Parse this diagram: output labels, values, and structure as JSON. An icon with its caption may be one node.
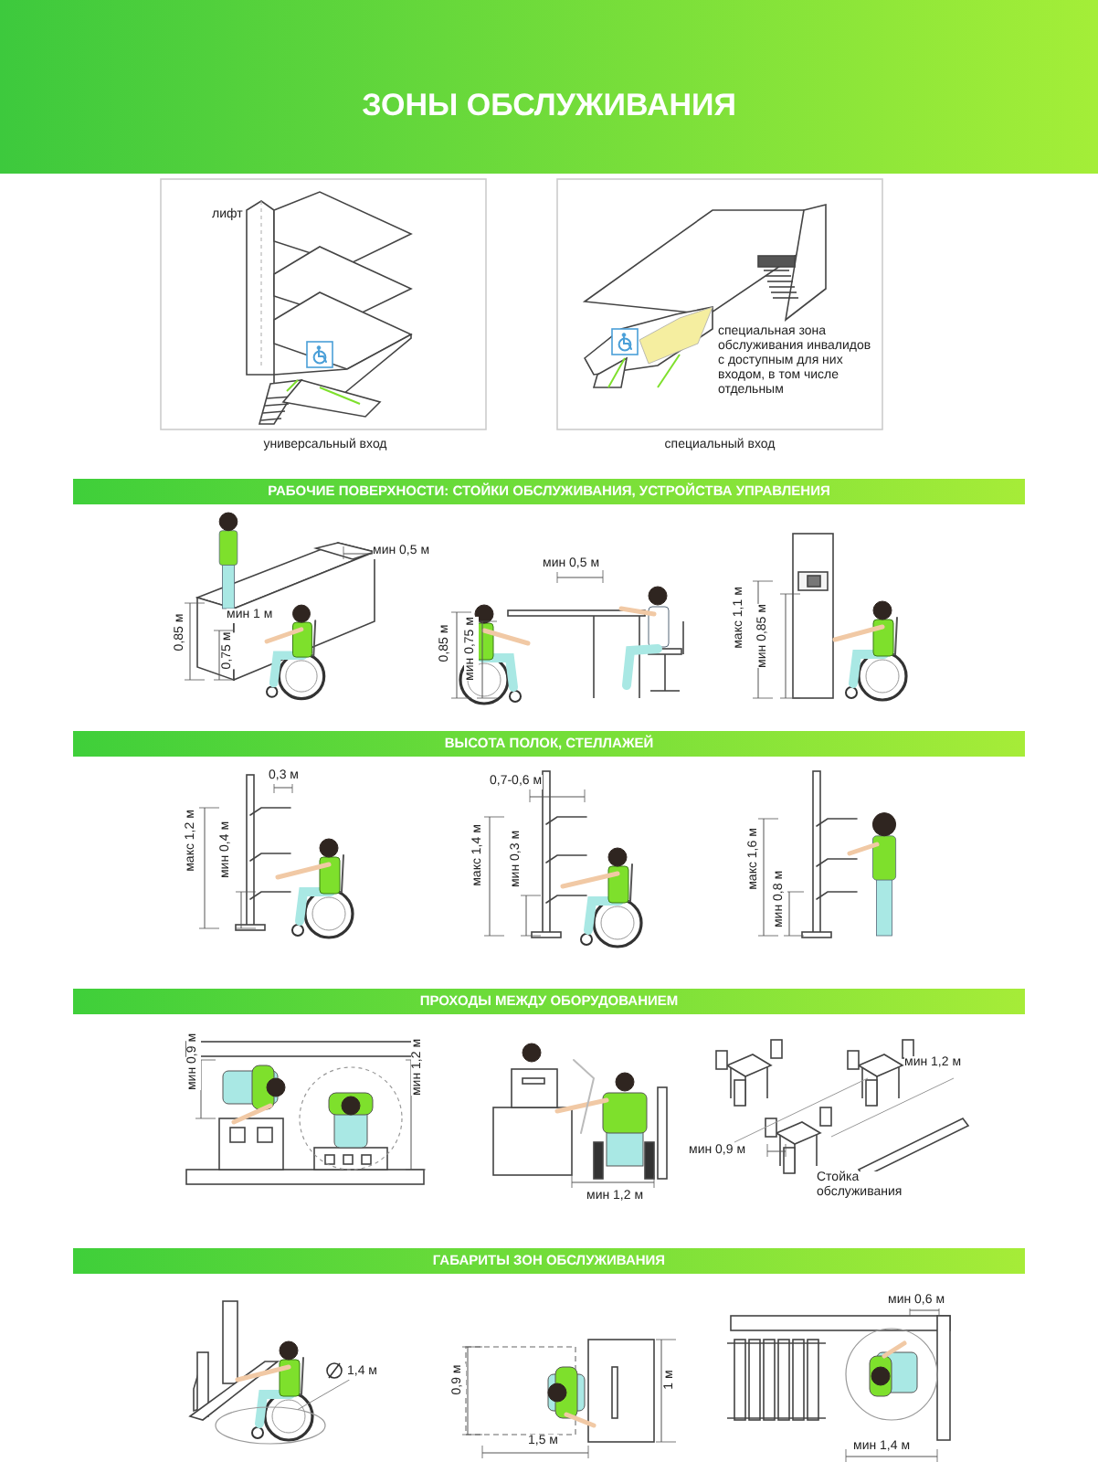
{
  "diagram": {
    "title": "ЗОНЫ ОБСЛУЖИВАНИЯ",
    "nodes": [
      {
        "text": [
          "РАБОЧИЕ ПОВЕРХНОСТИ: СТОЙКИ ОБСЛУЖИВАНИЯ, УСТРОЙСТВА УПРАВЛЕНИЯ"
        ]
      },
      {
        "text": [
          "ВЫСОТА ПОЛОК, СТЕЛЛАЖЕЙ"
        ]
      },
      {
        "text": [
          "ПРОХОДЫ МЕЖДУ ОБОРУДОВАНИЕМ"
        ]
      },
      {
        "text": [
          "ГАБАРИТЫ ЗОН ОБСЛУЖИВАНИЯ"
        ]
      },
      {
        "text": [
          "1,4 м"
        ]
      },
      {
        "text": [],
        "shape": "circle"
      }
    ],
    "edges": [
      {
        "from": 4,
        "to": 5,
        "arrow": "none"
      }
    ],
    "labels": [
      "лифт",
      "универсальный вход",
      "специальная зона обслуживания инвалидов с доступным для них входом, в том числе отдельным",
      "специальный вход",
      "мин 0,5 м",
      "мин 1 м",
      "0,85 м",
      "0,75 м",
      "мин 0,5 м",
      "0,85 м",
      "мин 0,75 м",
      "макс 1,1 м",
      "мин 0,85 м",
      "0,3 м",
      "макс 1,2 м",
      "мин 0,4 м",
      "0,7-0,6 м",
      "макс 1,4 м",
      "мин 0,3 м",
      "макс 1,6 м",
      "мин 0,8 м",
      "мин 0,9 м",
      "мин 1,2 м",
      "мин 1,2 м",
      "мин 1,2 м",
      "мин 0,9 м",
      "Стойка обслуживания",
      "0,9 м",
      "1 м",
      "1,5 м",
      "мин 0,6 м",
      "мин 1,4 м"
    ]
  }
}
